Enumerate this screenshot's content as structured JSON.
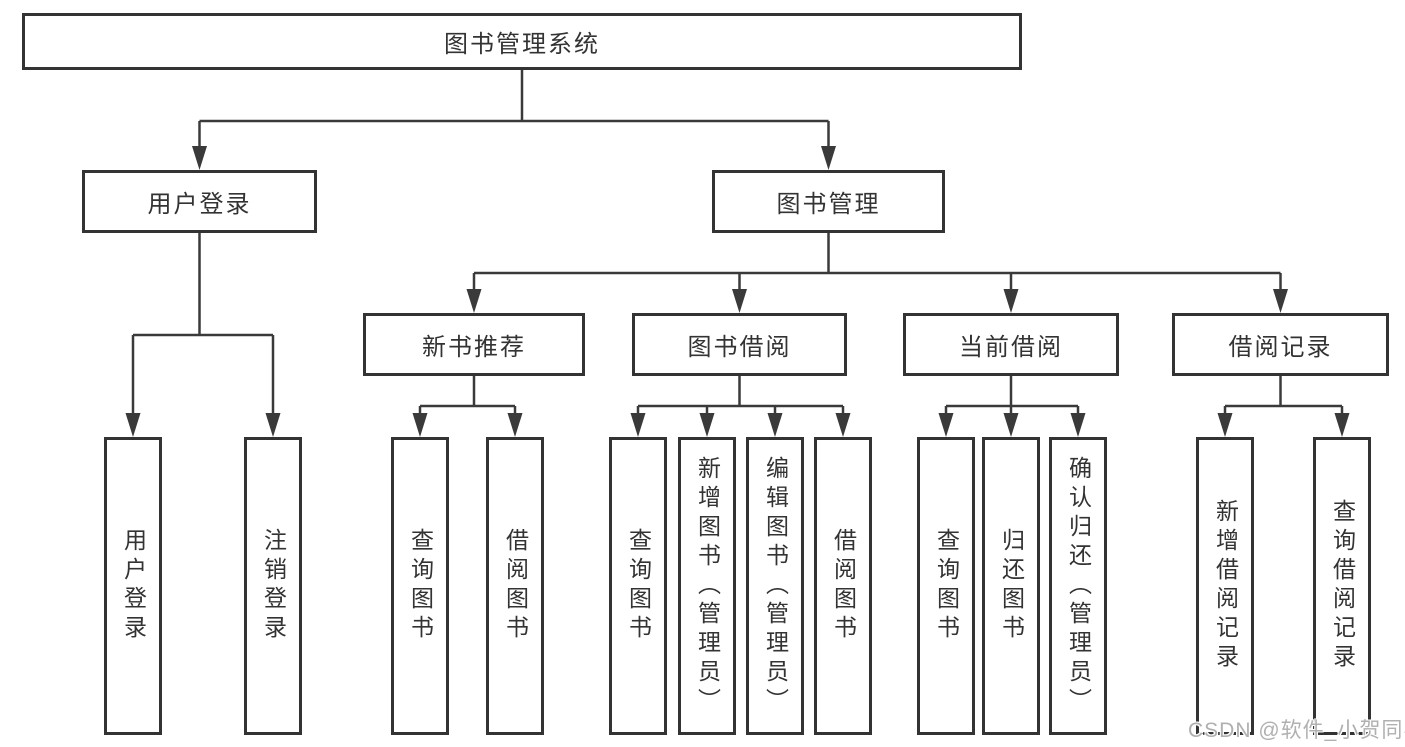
{
  "diagram": {
    "root": {
      "label": "图书管理系统"
    },
    "level2": [
      {
        "label": "用户登录"
      },
      {
        "label": "图书管理"
      }
    ],
    "level3": [
      {
        "label": "新书推荐"
      },
      {
        "label": "图书借阅"
      },
      {
        "label": "当前借阅"
      },
      {
        "label": "借阅记录"
      }
    ],
    "leaves": {
      "user_login": [
        "用户登录",
        "注销登录"
      ],
      "new_book": [
        "查询图书",
        "借阅图书"
      ],
      "book_borrow": [
        "查询图书",
        "新增图书（管理员）",
        "编辑图书（管理员）",
        "借阅图书"
      ],
      "current_borrow": [
        "查询图书",
        "归还图书",
        "确认归还（管理员）"
      ],
      "records": [
        "新增借阅记录",
        "查询借阅记录"
      ]
    }
  },
  "watermark": {
    "text": "CSDN @软件_小贺同学"
  },
  "colors": {
    "line": "#3a3a3a",
    "border": "#333333",
    "text": "#333333",
    "background": "#ffffff",
    "watermark": "#b0b0b0"
  }
}
